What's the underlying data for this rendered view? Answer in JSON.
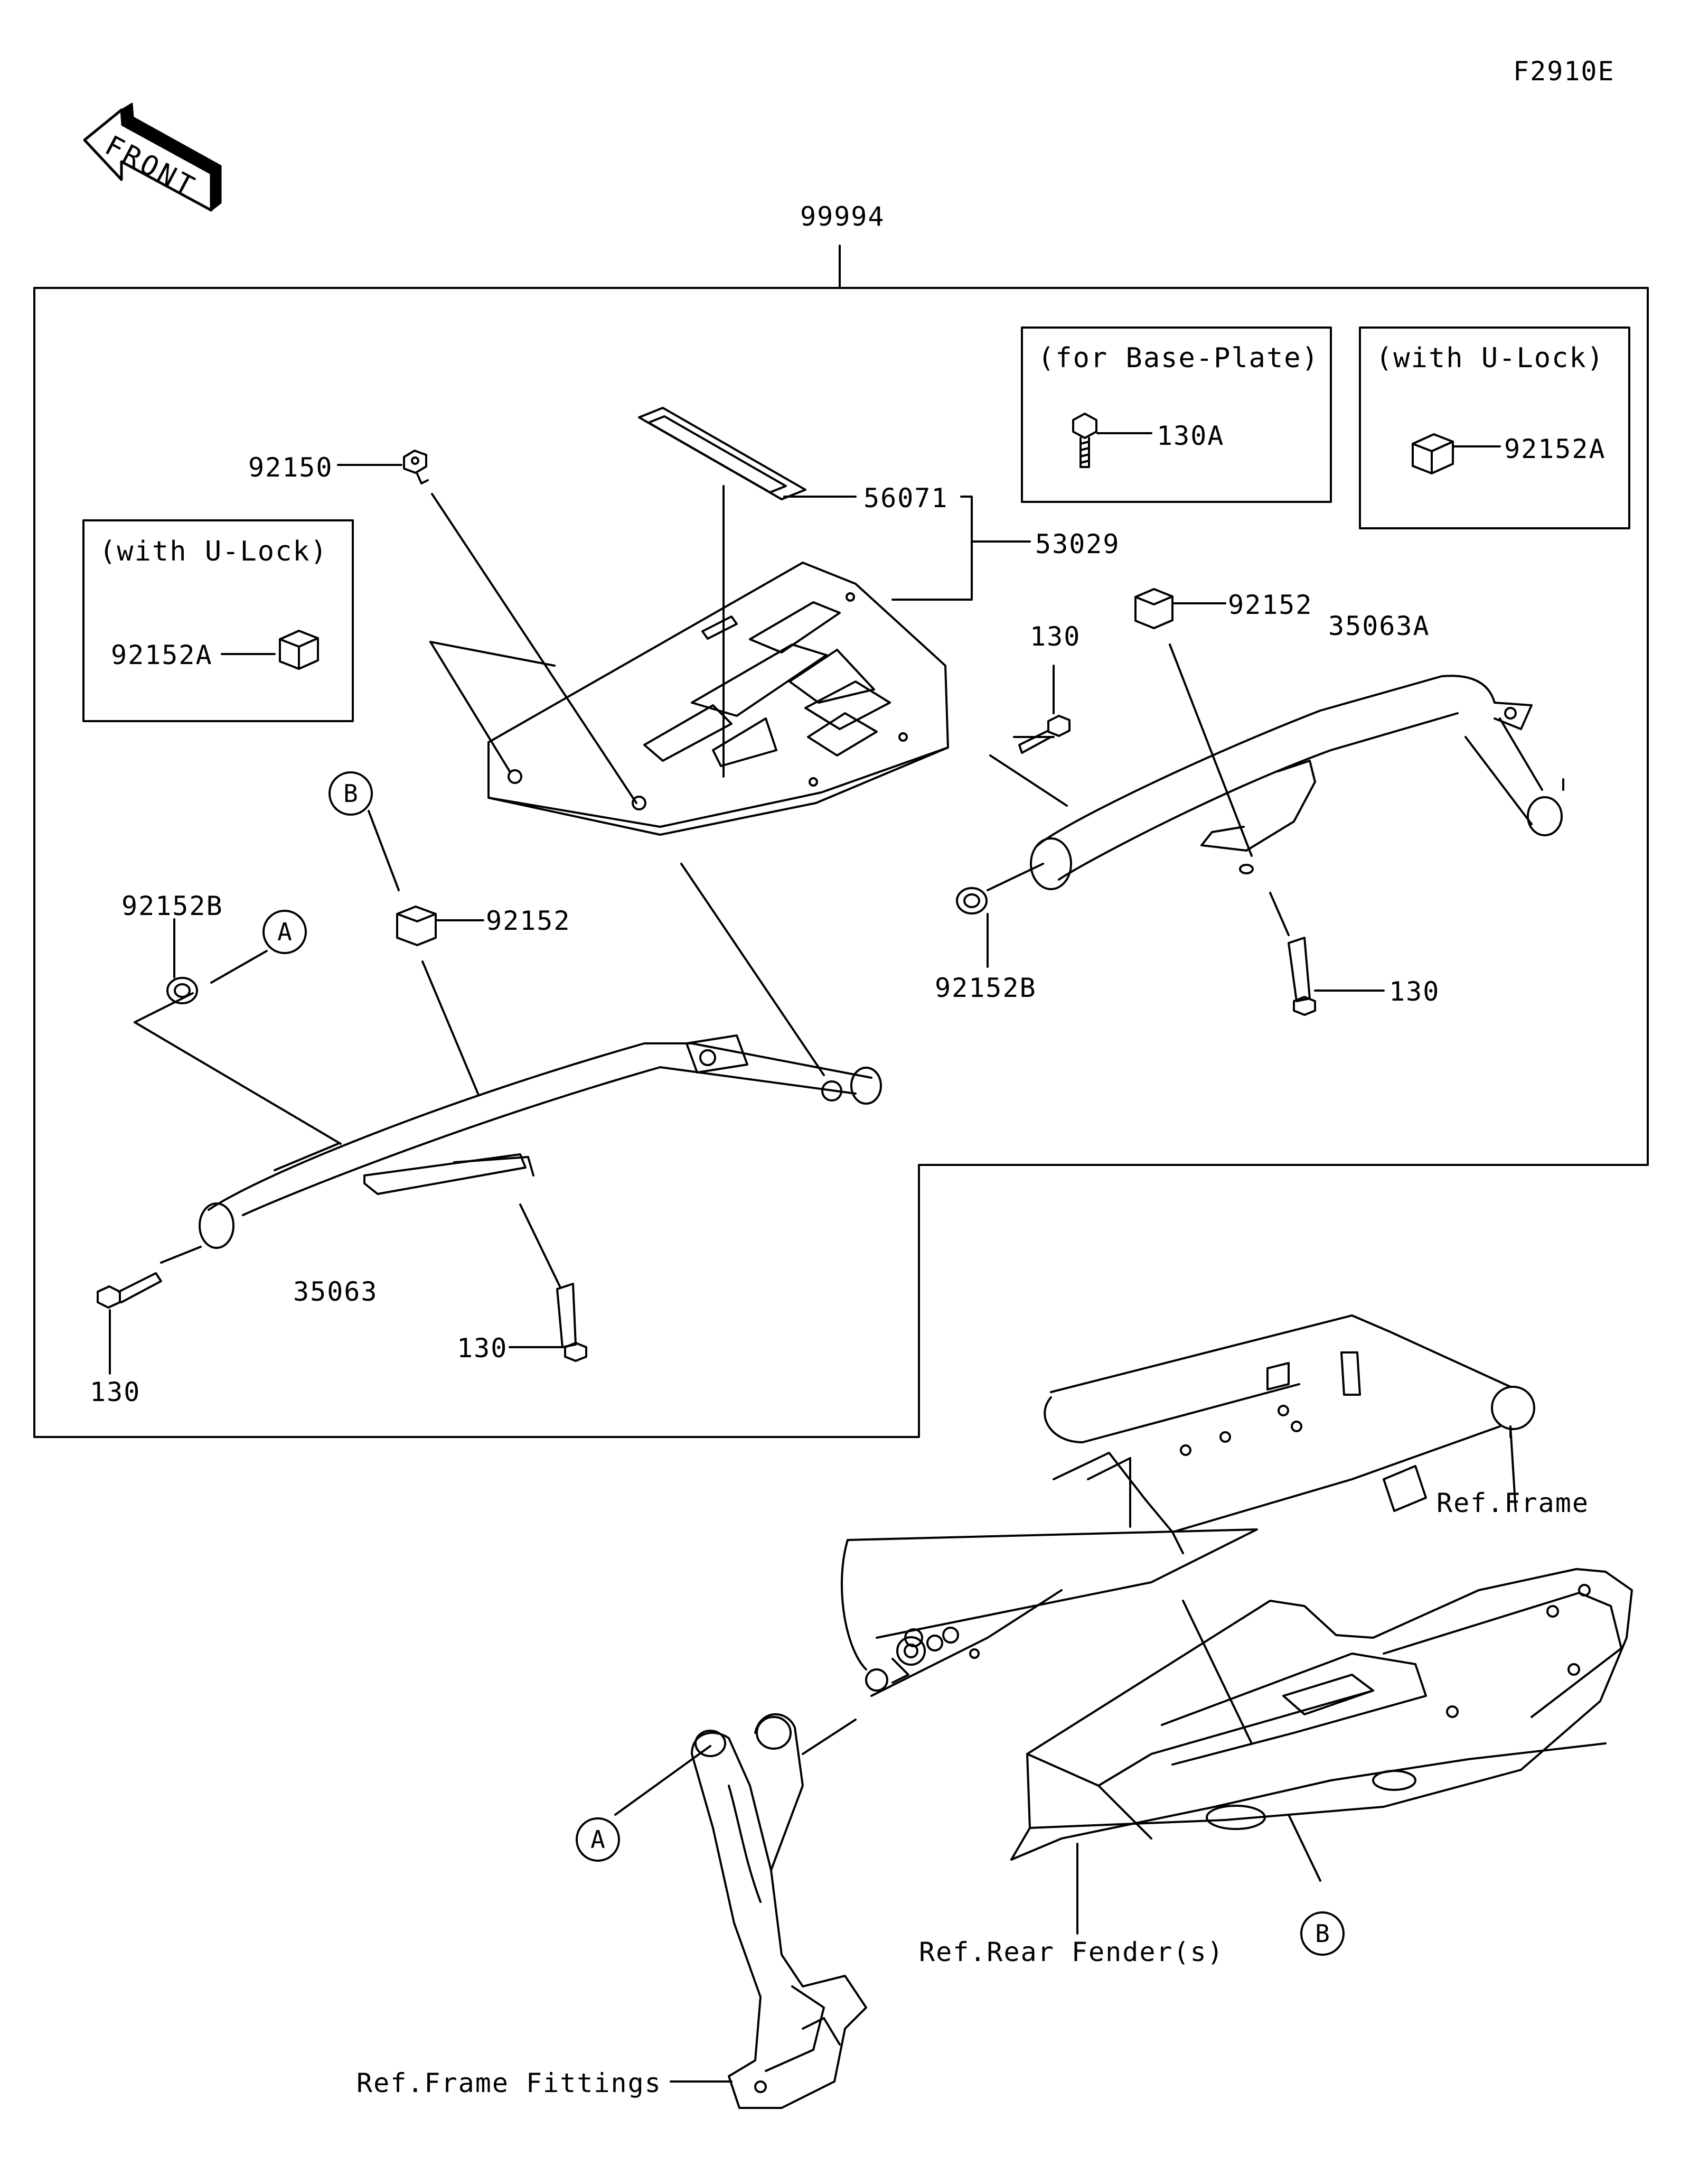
{
  "figure_code": "F2910E",
  "front_arrow": {
    "text": "FRONT",
    "icon": "front-direction-arrow-icon"
  },
  "assembly": {
    "part_no": "99994"
  },
  "inset_boxes": {
    "base_plate": {
      "title": "(for Base-Plate)",
      "part": "130A"
    },
    "u_lock_right": {
      "title": "(with U-Lock)",
      "part": "92152A"
    },
    "u_lock_left": {
      "title": "(with U-Lock)",
      "part": "92152A"
    }
  },
  "parts": {
    "p92150": "92150",
    "p56071": "56071",
    "p53029": "53029",
    "p130_top": "130",
    "p92152_top": "92152",
    "p35063A": "35063A",
    "p92152B_right": "92152B",
    "p130_right": "130",
    "p92152B_left": "92152B",
    "p92152_left": "92152",
    "p35063": "35063",
    "p130_bottom_left": "130",
    "p130_bottom_mid": "130"
  },
  "references": {
    "frame": "Ref.Frame",
    "rear_fender": "Ref.Rear Fender(s)",
    "frame_fittings": "Ref.Frame Fittings"
  },
  "callouts": {
    "A_top": "A",
    "B_top": "B",
    "A_bottom": "A",
    "B_bottom": "B"
  }
}
